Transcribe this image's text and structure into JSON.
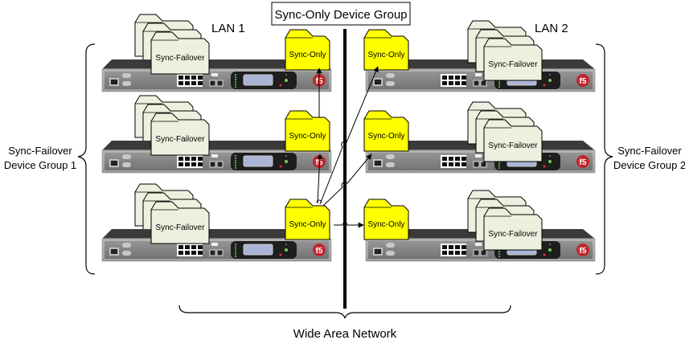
{
  "title_box": {
    "label": "Sync-Only Device Group"
  },
  "lan_labels": {
    "left": "LAN 1",
    "right": "LAN 2"
  },
  "group_labels": {
    "left": [
      "Sync-Failover",
      "Device Group 1"
    ],
    "right": [
      "Sync-Failover",
      "Device Group 2"
    ]
  },
  "wan_label": "Wide Area Network",
  "folder_labels": {
    "sync_failover": "Sync-Failover",
    "sync_only": "Sync-Only"
  },
  "devices": {
    "left": [
      {
        "id": "lan1-device-1",
        "sync_failover_stack": 3,
        "sync_only": true
      },
      {
        "id": "lan1-device-2",
        "sync_failover_stack": 3,
        "sync_only": true
      },
      {
        "id": "lan1-device-3",
        "sync_failover_stack": 3,
        "sync_only": true
      }
    ],
    "right": [
      {
        "id": "lan2-device-1",
        "sync_failover_stack": 3,
        "sync_only": true
      },
      {
        "id": "lan2-device-2",
        "sync_failover_stack": 3,
        "sync_only": true
      },
      {
        "id": "lan2-device-3",
        "sync_failover_stack": 3,
        "sync_only": true
      }
    ]
  },
  "connections": [
    {
      "from": "lan1-device-3",
      "to": "lan1-device-2"
    },
    {
      "from": "lan1-device-2",
      "to": "lan1-device-1"
    },
    {
      "from": "lan1-device-3",
      "to": "lan2-device-1"
    },
    {
      "from": "lan1-device-3",
      "to": "lan2-device-2"
    },
    {
      "from": "lan1-device-3",
      "to": "lan2-device-3"
    }
  ],
  "device_logo": "f5",
  "colors": {
    "sync_only_fill": "#ffff00",
    "sync_failover_fill": "#ebf1de",
    "chassis_top": "#3a3a3a",
    "chassis_face": "#808080",
    "logo_red": "#c0262d"
  }
}
